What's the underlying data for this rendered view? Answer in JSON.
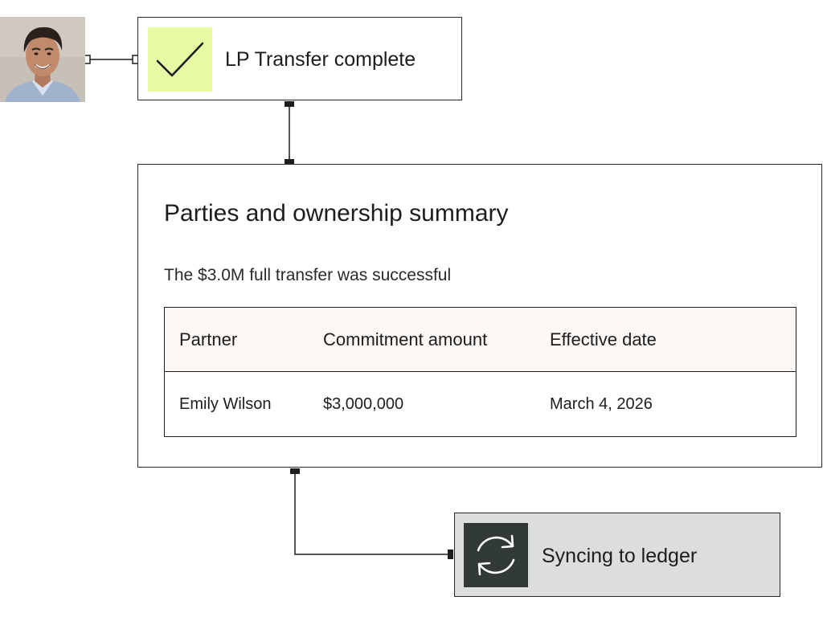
{
  "colors": {
    "check_tile": "#e8f9a6",
    "sync_card": "#dcdedc",
    "sync_tile": "#323a39",
    "table_header": "#faf7f5",
    "border": "#2a2a2a"
  },
  "avatar": {
    "icon": "user-photo"
  },
  "status": {
    "label": "LP Transfer complete",
    "icon": "checkmark-icon"
  },
  "summary": {
    "title": "Parties and ownership summary",
    "subtitle": "The $3.0M full transfer was successful",
    "columns": [
      "Partner",
      "Commitment amount",
      "Effective date"
    ],
    "rows": [
      [
        "Emily Wilson",
        "$3,000,000",
        "March 4, 2026"
      ]
    ]
  },
  "sync": {
    "label": "Syncing to ledger",
    "icon": "sync-arrows-icon"
  }
}
